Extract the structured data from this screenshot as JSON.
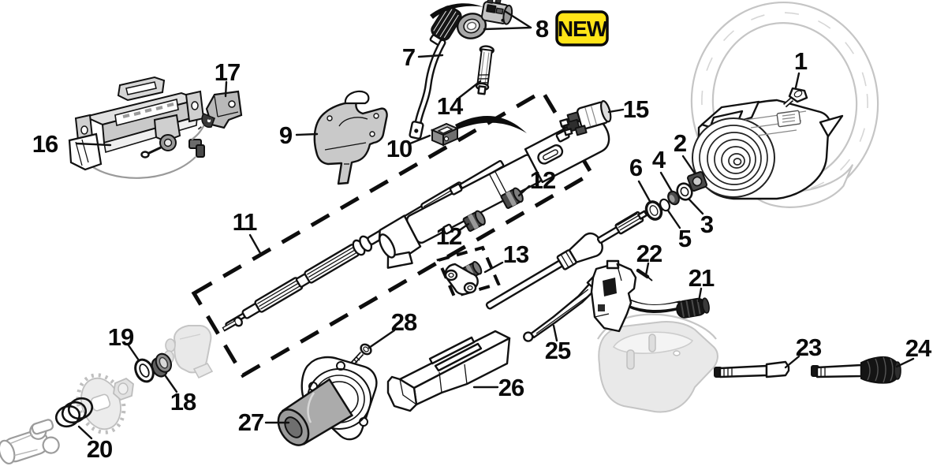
{
  "diagram": {
    "badge": {
      "label": "NEW",
      "bg": "#FFE417",
      "border": "#0A0A0A",
      "fg": "#0A0A0A"
    },
    "callouts": {
      "c1": "1",
      "c2": "2",
      "c3": "3",
      "c4": "4",
      "c5": "5",
      "c6": "6",
      "c7": "7",
      "c8": "8",
      "c9": "9",
      "c10": "10",
      "c11": "11",
      "c12_upper": "12",
      "c12_lower": "12",
      "c13": "13",
      "c14": "14",
      "c15": "15",
      "c16": "16",
      "c17": "17",
      "c18": "18",
      "c19": "19",
      "c20": "20",
      "c21": "21",
      "c22": "22",
      "c23": "23",
      "c24": "24",
      "c25": "25",
      "c26": "26",
      "c27": "27",
      "c28": "28"
    },
    "colors": {
      "ink": "#111111",
      "ghost_line": "#C5C5C5",
      "ghost_fill": "#E9E9E9",
      "metal": "#A8A8A8",
      "dark_metal": "#4A4A4A"
    }
  }
}
